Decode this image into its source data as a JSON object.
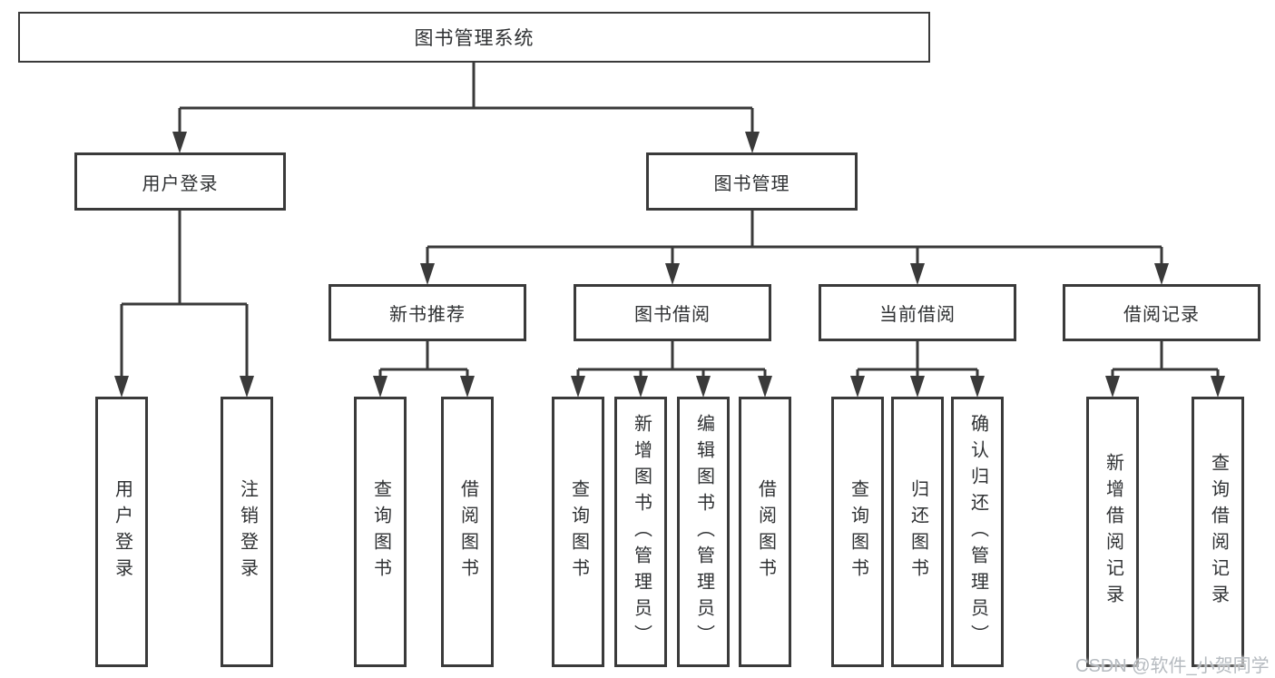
{
  "colors": {
    "line": "#3a3a3a",
    "text": "#2f3133",
    "watermark": "#b6bbc0",
    "background": "#ffffff"
  },
  "diagram": {
    "title": "图书管理系统",
    "root": {
      "label": "图书管理系统"
    },
    "level2": [
      {
        "label": "用户登录"
      },
      {
        "label": "图书管理"
      }
    ],
    "level3": [
      {
        "label": "新书推荐",
        "parent": "图书管理"
      },
      {
        "label": "图书借阅",
        "parent": "图书管理"
      },
      {
        "label": "当前借阅",
        "parent": "图书管理"
      },
      {
        "label": "借阅记录",
        "parent": "图书管理"
      }
    ],
    "leaves": [
      {
        "label": "用户登录",
        "parent": "用户登录"
      },
      {
        "label": "注销登录",
        "parent": "用户登录"
      },
      {
        "label": "查询图书",
        "parent": "新书推荐"
      },
      {
        "label": "借阅图书",
        "parent": "新书推荐"
      },
      {
        "label": "查询图书",
        "parent": "图书借阅"
      },
      {
        "label": "新增图书（管理员）",
        "parent": "图书借阅"
      },
      {
        "label": "编辑图书（管理员）",
        "parent": "图书借阅"
      },
      {
        "label": "借阅图书",
        "parent": "图书借阅"
      },
      {
        "label": "查询图书",
        "parent": "当前借阅"
      },
      {
        "label": "归还图书",
        "parent": "当前借阅"
      },
      {
        "label": "确认归还（管理员）",
        "parent": "当前借阅"
      },
      {
        "label": "新增借阅记录",
        "parent": "借阅记录"
      },
      {
        "label": "查询借阅记录",
        "parent": "借阅记录"
      }
    ]
  },
  "watermark": {
    "text": "CSDN @软件_小贺同学"
  }
}
